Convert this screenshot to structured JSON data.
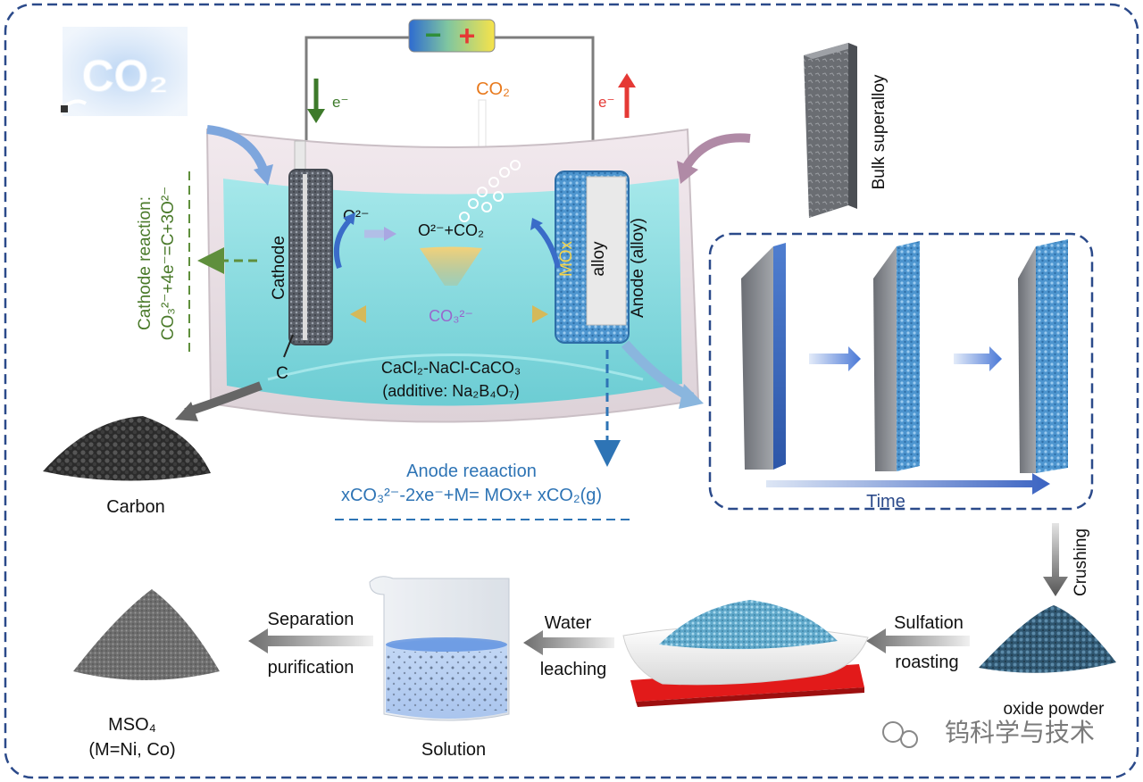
{
  "cloud": {
    "text": "CO₂"
  },
  "battery": {
    "minus": "−",
    "plus": "+"
  },
  "electrons": {
    "cathode_side": "e⁻",
    "anode_side": "e⁻"
  },
  "gas_label": "CO₂",
  "cathode": {
    "label": "Cathode",
    "product_symbol": "C",
    "reaction_title": "Cathode reaction:",
    "reaction_equation": "CO₃²⁻+4e⁻=C+3O²⁻"
  },
  "anode": {
    "label": "Anode (alloy)",
    "alloy_label": "alloy",
    "oxide_label": "MOx",
    "reaction_title": "Anode reaaction",
    "reaction_equation": "xCO₃²⁻-2xe⁻+M= MOx+ xCO₂(g)"
  },
  "ions": {
    "oxide": "O²⁻",
    "oxide_plus_co2": "O²⁻+CO₂",
    "carbonate": "CO₃²⁻"
  },
  "electrolyte": {
    "composition": "CaCl₂-NaCl-CaCO₃",
    "additive": "(additive: Na₂B₄O₇)"
  },
  "products": {
    "carbon": "Carbon",
    "bulk": "Bulk superalloy",
    "time": "Time",
    "crushing": "Crushing",
    "oxide_powder": "oxide powder",
    "sulfation_1": "Sulfation",
    "sulfation_2": "roasting",
    "water_1": "Water",
    "water_2": "leaching",
    "solution": "Solution",
    "separation_1": "Separation",
    "separation_2": "purification",
    "mso4_1": "MSO₄",
    "mso4_2": "(M=Ni, Co)"
  },
  "watermark": "钨科学与技术",
  "colors": {
    "frame": "#2b4a8a",
    "cathode_text": "#4a7a2a",
    "anode_text": "#2e74b5",
    "co2_orange": "#e87a1e",
    "carbonate_purple": "#9966cc",
    "electron_red": "#e53935",
    "electron_green": "#3d7a2a",
    "electrolyte": "#8fe3e6"
  }
}
